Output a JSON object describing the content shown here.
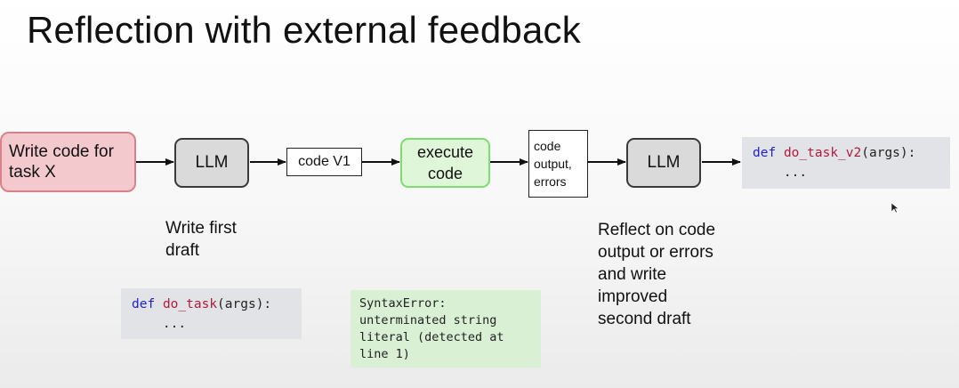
{
  "title": "Reflection with external feedback",
  "nodes": {
    "task": "Write code for\ntask X",
    "llm_first": "LLM",
    "code_v1": "code V1",
    "execute": "execute\ncode",
    "output": "code\noutput,\nerrors",
    "llm_second": "LLM"
  },
  "code_v2": {
    "keyword": "def",
    "function": "do_task_v2",
    "args": "(args):",
    "body": "    ..."
  },
  "code_v1_snippet": {
    "keyword": "def",
    "function": "do_task",
    "args": "(args):",
    "body": "    ..."
  },
  "error_message": "SyntaxError:\nunterminated string\nliteral (detected at\nline 1)",
  "captions": {
    "first_draft": "Write first\ndraft",
    "reflect": "Reflect on code\noutput or errors\nand write\nimproved\nsecond draft"
  },
  "colors": {
    "task_fill": "#f3c9cd",
    "task_border": "#d9818a",
    "execute_fill": "#dff6d8",
    "execute_border": "#7fdc72",
    "llm_fill": "#dadada",
    "code_bg": "#e1e3e6",
    "error_bg": "#daf0d5"
  }
}
